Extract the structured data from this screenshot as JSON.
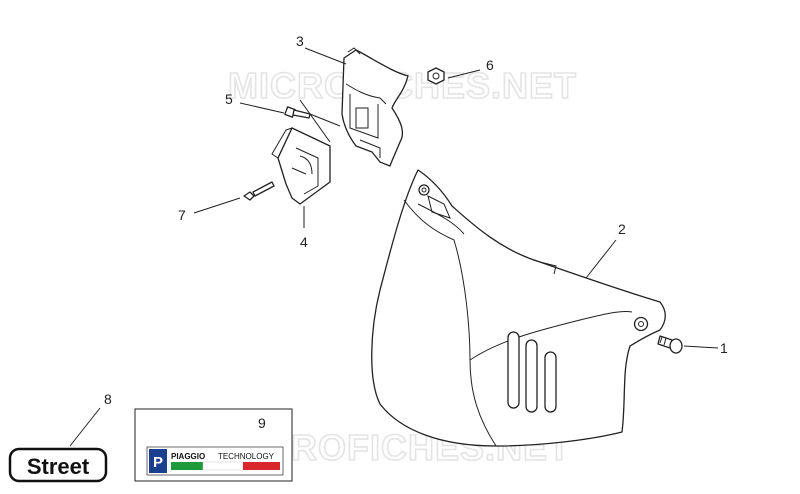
{
  "watermark": "MICROFICHES.NET",
  "callouts": [
    "1",
    "2",
    "3",
    "4",
    "5",
    "6",
    "7",
    "8",
    "9"
  ],
  "badge_street": "Street",
  "sticker": {
    "number": "9",
    "brand": "PIAGGIO",
    "tech": "TECHNOLOGY",
    "logo_letter": "P",
    "colors": {
      "green": "#1f9a3a",
      "white": "#ffffff",
      "red": "#d8262c",
      "blue": "#1b3f8f"
    }
  }
}
